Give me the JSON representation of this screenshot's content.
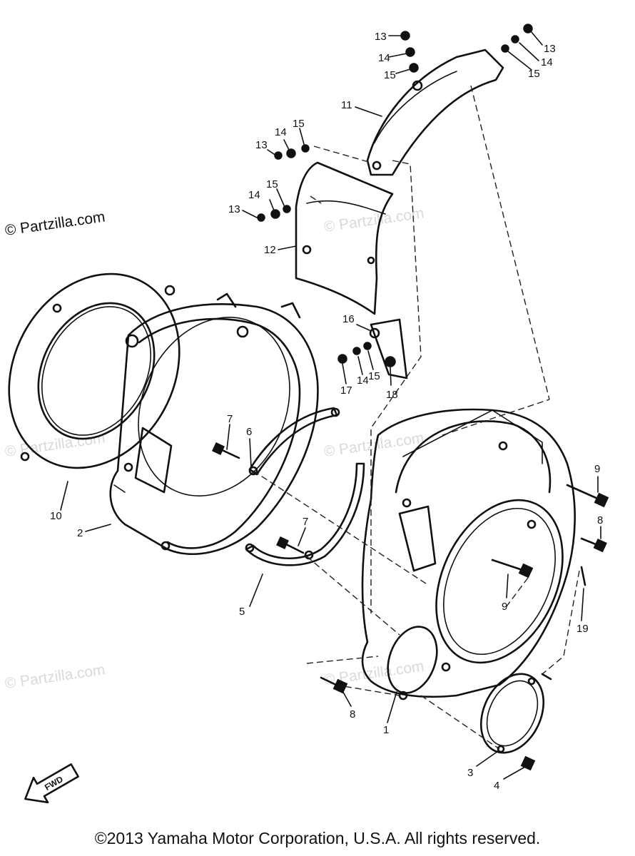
{
  "watermarks": {
    "main": "© Partzilla.com",
    "faint": "© Partzilla.com"
  },
  "callouts": {
    "c1": "1",
    "c2": "2",
    "c3": "3",
    "c4": "4",
    "c5": "5",
    "c6": "6",
    "c7a": "7",
    "c7b": "7",
    "c8a": "8",
    "c8b": "8",
    "c9a": "9",
    "c9b": "9",
    "c10": "10",
    "c11": "11",
    "c12": "12",
    "c13a": "13",
    "c13b": "13",
    "c13c": "13",
    "c13d": "13",
    "c14a": "14",
    "c14b": "14",
    "c14c": "14",
    "c14d": "14",
    "c14e": "14",
    "c15a": "15",
    "c15b": "15",
    "c15c": "15",
    "c15d": "15",
    "c15e": "15",
    "c16": "16",
    "c17": "17",
    "c18": "18",
    "c19": "19"
  },
  "fwd_label": "FWD",
  "copyright": "©2013  Yamaha Motor Corporation, U.S.A. All rights reserved."
}
